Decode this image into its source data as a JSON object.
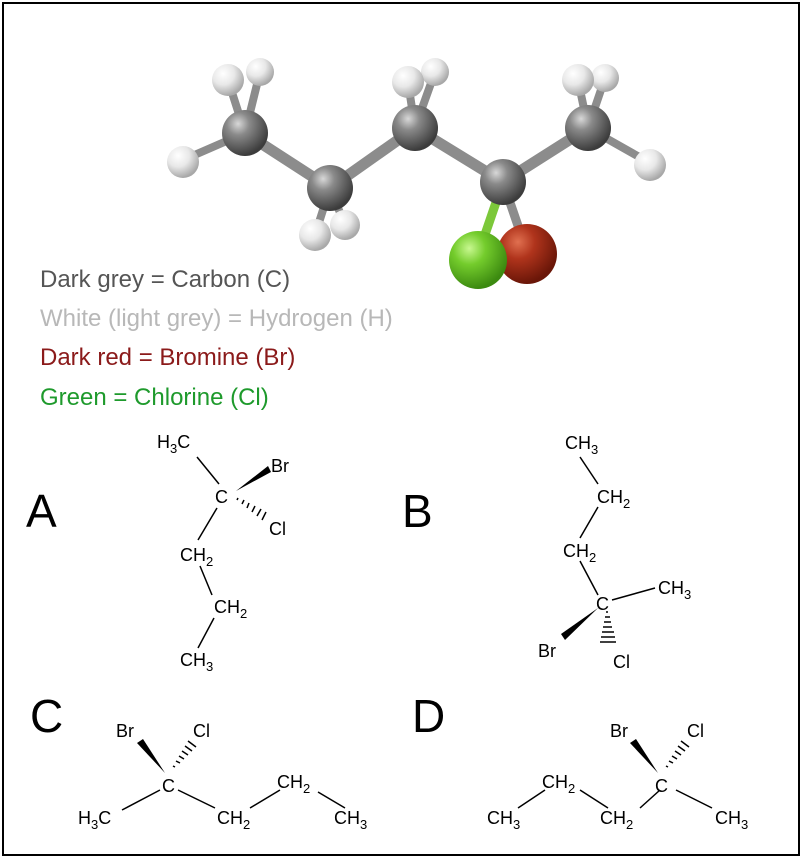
{
  "legend": {
    "carbon": {
      "text": "Dark grey = Carbon (C)",
      "color": "#555555"
    },
    "hydrogen": {
      "text": "White (light grey) = Hydrogen (H)",
      "color": "#b8b8b8"
    },
    "bromine": {
      "text": "Dark red = Bromine (Br)",
      "color": "#8b1a1a"
    },
    "chlorine": {
      "text": "Green = Chlorine (Cl)",
      "color": "#1e9a2c"
    }
  },
  "options": {
    "a": {
      "letter": "A"
    },
    "b": {
      "letter": "B"
    },
    "c": {
      "letter": "C"
    },
    "d": {
      "letter": "D"
    }
  },
  "labels": {
    "h": "H",
    "c": "C",
    "sub3": "3",
    "sub2": "2",
    "br": "Br",
    "cl": "Cl"
  },
  "colors": {
    "carbon_atom": "#6e6e6e",
    "hydrogen_atom": "#e6e6e6",
    "bromine_atom": "#b0301a",
    "chlorine_atom": "#6cc82a"
  }
}
